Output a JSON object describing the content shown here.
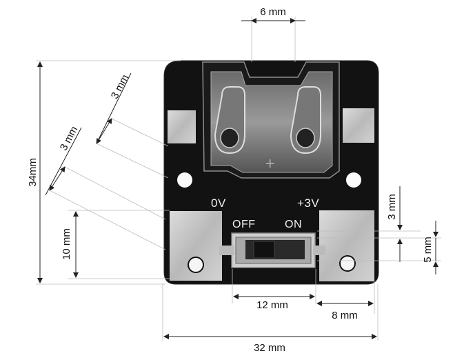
{
  "dimensions": {
    "top_width": "6 mm",
    "height_total": "34mm",
    "diag_upper": "3 mm",
    "diag_lower": "3 mm",
    "left_pad": "10 mm",
    "switch_width": "12 mm",
    "right_pad": "8 mm",
    "board_width": "32 mm",
    "right_upper": "3 mm",
    "right_lower": "5 mm"
  },
  "silkscreen": {
    "left_label": "0V",
    "right_label": "+3V",
    "off_label": "OFF",
    "on_label": "ON",
    "plus_symbol": "+"
  },
  "colors": {
    "board": "#121212",
    "pad": "#c9c9c9",
    "metal": "#bdbdbd",
    "line": "#222222"
  }
}
